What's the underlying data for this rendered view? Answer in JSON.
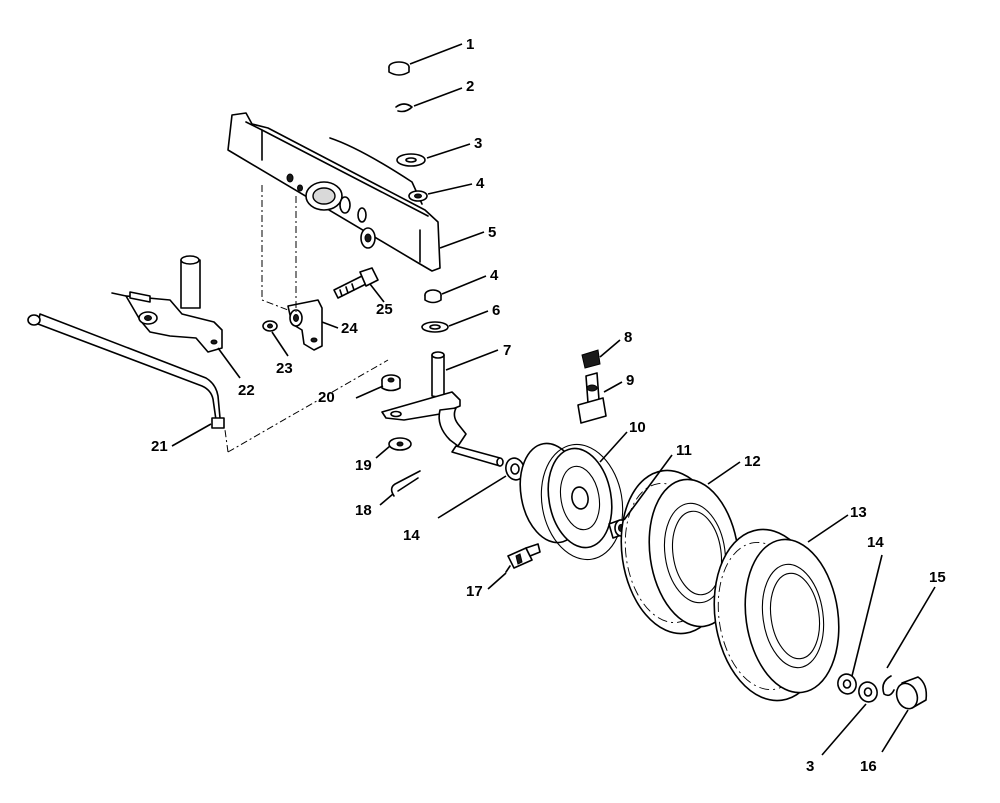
{
  "diagram": {
    "callouts": [
      {
        "key": "c1",
        "text": "1"
      },
      {
        "key": "c2",
        "text": "2"
      },
      {
        "key": "c3a",
        "text": "3"
      },
      {
        "key": "c4a",
        "text": "4"
      },
      {
        "key": "c5",
        "text": "5"
      },
      {
        "key": "c4b",
        "text": "4"
      },
      {
        "key": "c6",
        "text": "6"
      },
      {
        "key": "c7",
        "text": "7"
      },
      {
        "key": "c8",
        "text": "8"
      },
      {
        "key": "c9",
        "text": "9"
      },
      {
        "key": "c10",
        "text": "10"
      },
      {
        "key": "c11",
        "text": "11"
      },
      {
        "key": "c12",
        "text": "12"
      },
      {
        "key": "c13",
        "text": "13"
      },
      {
        "key": "c14a",
        "text": "14"
      },
      {
        "key": "c14b",
        "text": "14"
      },
      {
        "key": "c15",
        "text": "15"
      },
      {
        "key": "c16",
        "text": "16"
      },
      {
        "key": "c3b",
        "text": "3"
      },
      {
        "key": "c17",
        "text": "17"
      },
      {
        "key": "c18",
        "text": "18"
      },
      {
        "key": "c19",
        "text": "19"
      },
      {
        "key": "c20",
        "text": "20"
      },
      {
        "key": "c21",
        "text": "21"
      },
      {
        "key": "c22",
        "text": "22"
      },
      {
        "key": "c23",
        "text": "23"
      },
      {
        "key": "c24",
        "text": "24"
      },
      {
        "key": "c25",
        "text": "25"
      }
    ]
  }
}
